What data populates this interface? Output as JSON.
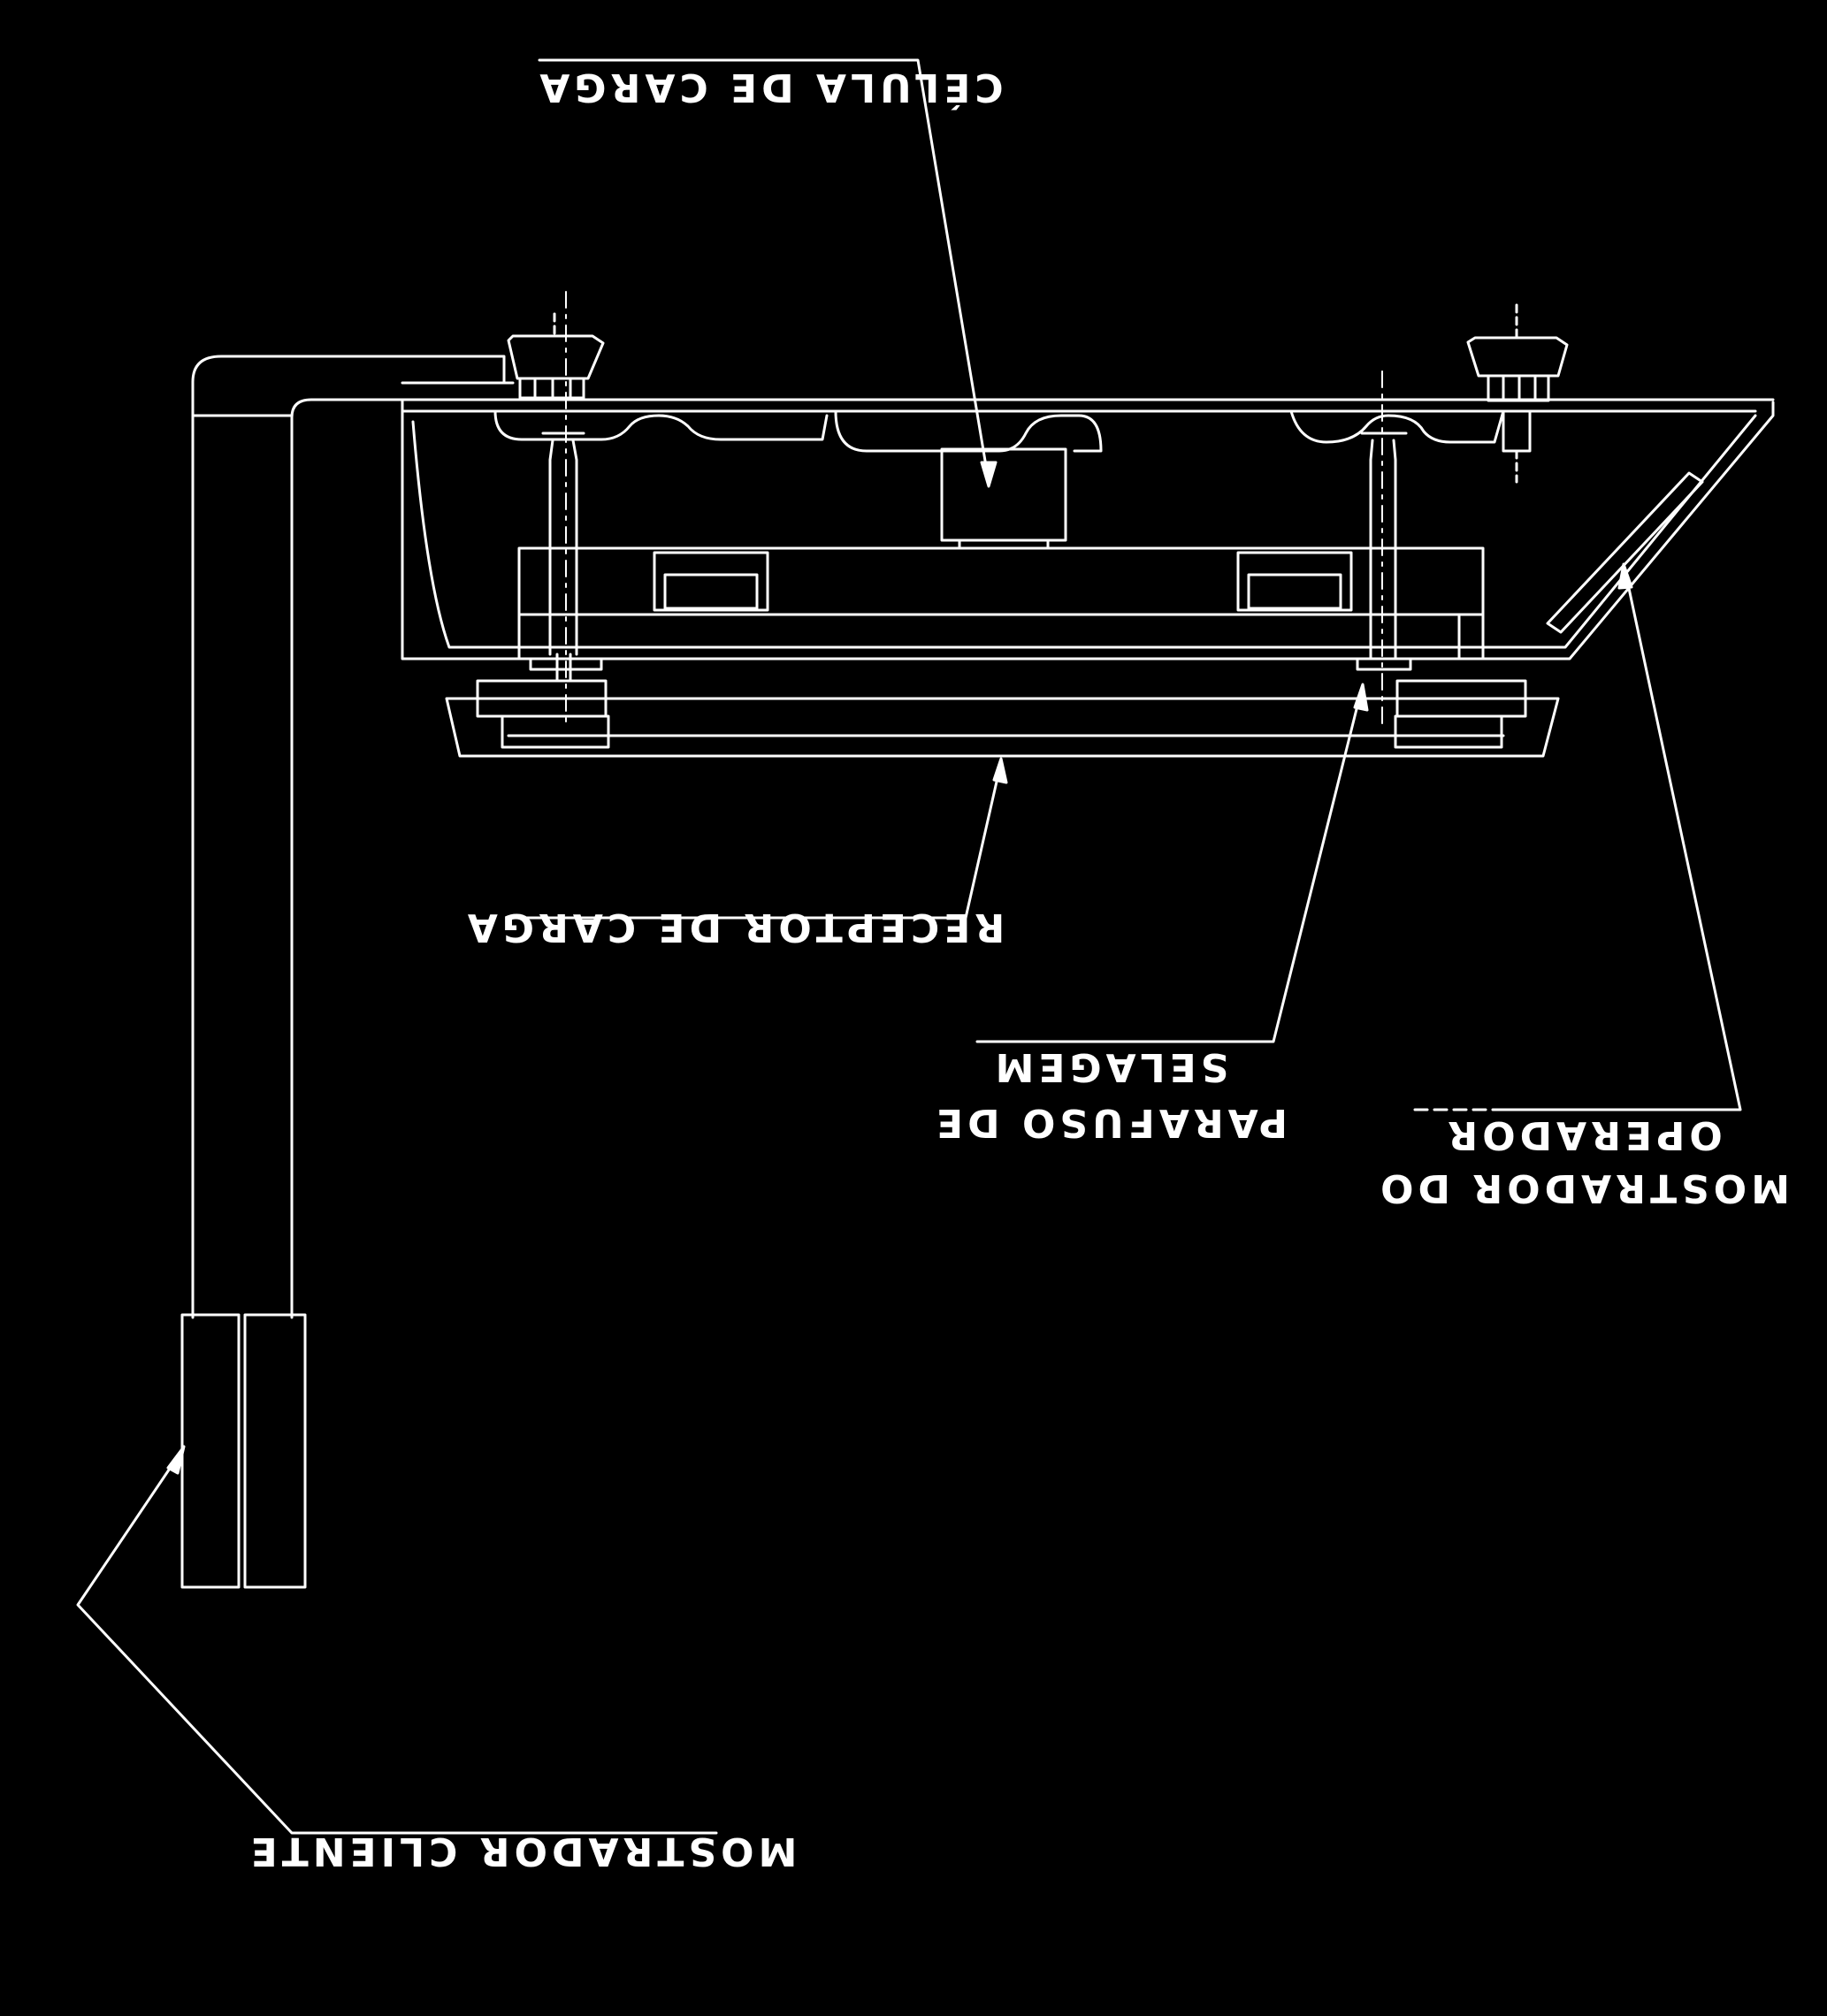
{
  "labels": {
    "load_cell": "CÉLULA DE CARGA",
    "load_receptor": "RECEPTOR DE CARGA",
    "sealing_screw_line1": "PARAFUSO DE",
    "sealing_screw_line2": "SELAGEM",
    "operator_display_line1": "MOSTRADOR DO",
    "operator_display_line2": "OPERADOR",
    "customer_display": "MOSTRADOR CLIENTE"
  },
  "colors": {
    "background": "#000000",
    "line": "#ffffff"
  },
  "text_orientation": "rotated-180"
}
